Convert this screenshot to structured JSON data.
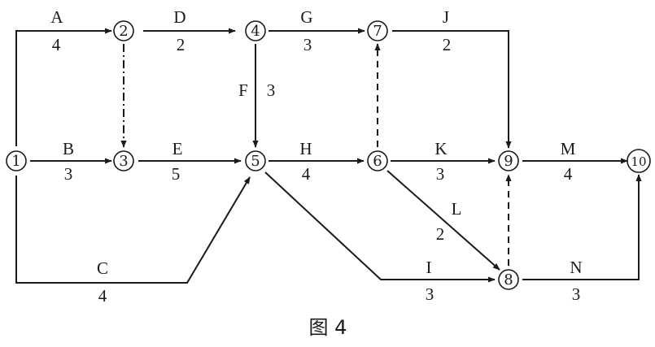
{
  "caption": "图 4",
  "nodes": [
    {
      "id": "1",
      "label": "1"
    },
    {
      "id": "2",
      "label": "2"
    },
    {
      "id": "3",
      "label": "3"
    },
    {
      "id": "4",
      "label": "4"
    },
    {
      "id": "5",
      "label": "5"
    },
    {
      "id": "6",
      "label": "6"
    },
    {
      "id": "7",
      "label": "7"
    },
    {
      "id": "8",
      "label": "8"
    },
    {
      "id": "9",
      "label": "9"
    },
    {
      "id": "10",
      "label": "10"
    }
  ],
  "activities": [
    {
      "name": "A",
      "duration": "4",
      "from": "1",
      "to": "2"
    },
    {
      "name": "B",
      "duration": "3",
      "from": "1",
      "to": "3"
    },
    {
      "name": "C",
      "duration": "4",
      "from": "1",
      "to": "5"
    },
    {
      "name": "D",
      "duration": "2",
      "from": "2",
      "to": "4"
    },
    {
      "name": "E",
      "duration": "5",
      "from": "3",
      "to": "5"
    },
    {
      "name": "F",
      "duration": "3",
      "from": "4",
      "to": "5"
    },
    {
      "name": "G",
      "duration": "3",
      "from": "4",
      "to": "7"
    },
    {
      "name": "H",
      "duration": "4",
      "from": "5",
      "to": "6"
    },
    {
      "name": "I",
      "duration": "3",
      "from": "5",
      "to": "8"
    },
    {
      "name": "J",
      "duration": "2",
      "from": "7",
      "to": "9"
    },
    {
      "name": "K",
      "duration": "3",
      "from": "6",
      "to": "9"
    },
    {
      "name": "L",
      "duration": "2",
      "from": "6",
      "to": "8"
    },
    {
      "name": "M",
      "duration": "4",
      "from": "9",
      "to": "10"
    },
    {
      "name": "N",
      "duration": "3",
      "from": "8",
      "to": "10"
    }
  ],
  "dummies": [
    {
      "from": "2",
      "to": "3",
      "style": "dash-dot"
    },
    {
      "from": "6",
      "to": "7",
      "style": "dashed"
    },
    {
      "from": "8",
      "to": "9",
      "style": "dashed"
    }
  ]
}
